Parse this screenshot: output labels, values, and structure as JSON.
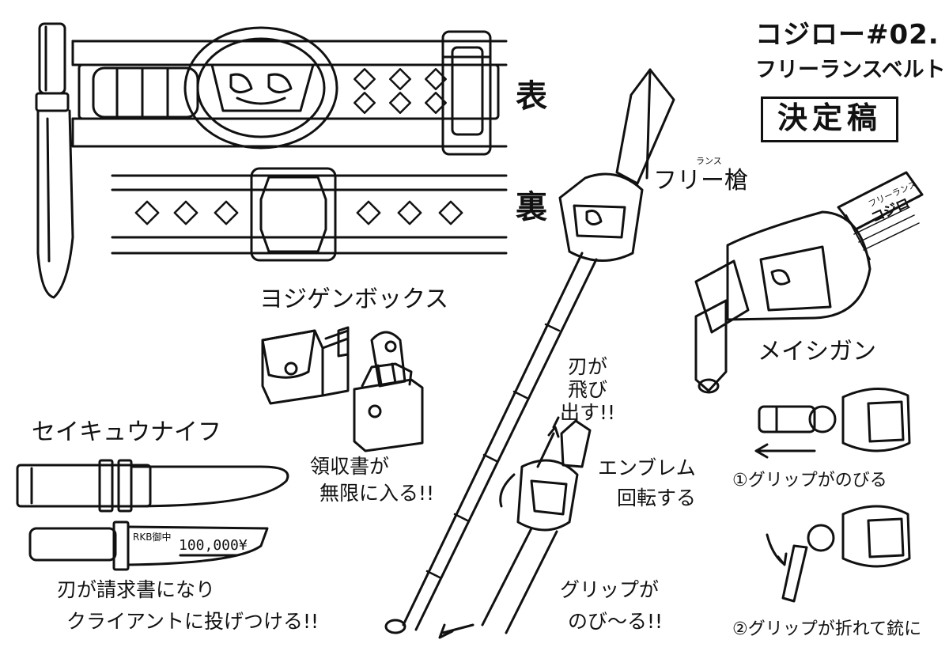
{
  "sheet": {
    "title": "コジロー#02.",
    "subtitle": "フリーランスベルト",
    "final_stamp": "決定稿",
    "belt": {
      "front_label": "表",
      "back_label": "裏"
    },
    "lance": {
      "ruby": "ランス",
      "name": "フリー槍",
      "blade_note_line1": "刃が",
      "blade_note_line2": "飛び",
      "blade_note_line3": "出す!!",
      "emblem_note_line1": "エンブレム",
      "emblem_note_line2": "回転する",
      "grip_note_line1": "グリップが",
      "grip_note_line2": "のび～る!!"
    },
    "box": {
      "name": "ヨジゲンボックス",
      "note_line1": "領収書が",
      "note_line2": "無限に入る!!"
    },
    "knife": {
      "name": "セイキュウナイフ",
      "blade_label": "RKB御中",
      "blade_amount": "100,000¥",
      "note_line1": "刃が請求書になり",
      "note_line2": "クライアントに投げつける!!"
    },
    "gun": {
      "name": "メイシガン",
      "card_ruby": "フリーランス",
      "card_name": "コジロー",
      "step1": "①グリップがのびる",
      "step2": "②グリップが折れて銃に"
    }
  }
}
